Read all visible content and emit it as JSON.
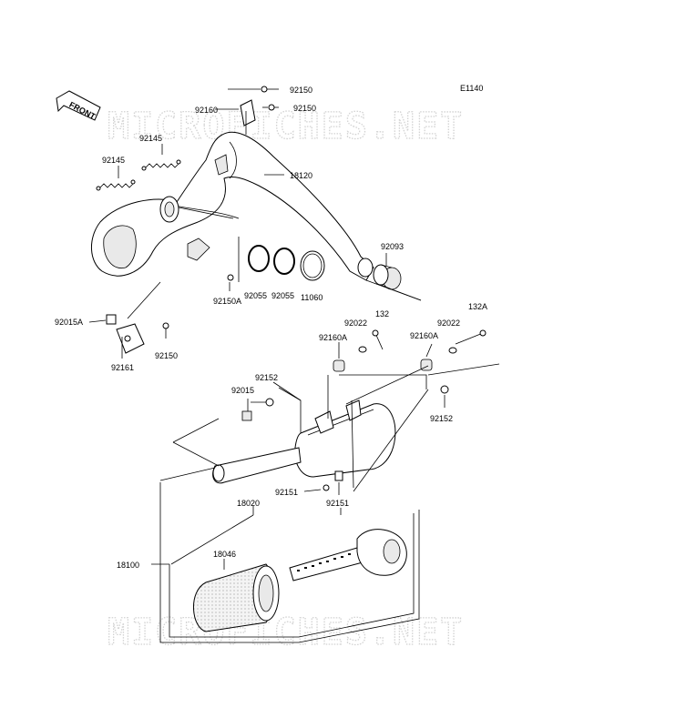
{
  "diagram_code": "E1140",
  "front_label": "FRONT",
  "watermark": "MICROFICHES.NET",
  "labels": {
    "p92150_top": "92150",
    "p92160": "92160",
    "p92150_mid": "92150",
    "p92145_a": "92145",
    "p92145_b": "92145",
    "p18120": "18120",
    "p92093": "92093",
    "p92055_a": "92055",
    "p92055_b": "92055",
    "p11060": "11060",
    "p92150A": "92150A",
    "p92015A": "92015A",
    "p92150_low": "92150",
    "p92161": "92161",
    "p92022_a": "92022",
    "p132": "132",
    "p132A": "132A",
    "p92160A_a": "92160A",
    "p92160A_b": "92160A",
    "p92022_b": "92022",
    "p92152_a": "92152",
    "p92015": "92015",
    "p92152_b": "92152",
    "p92151_a": "92151",
    "p92151_b": "92151",
    "p18020": "18020",
    "p18046": "18046",
    "p18100": "18100"
  }
}
